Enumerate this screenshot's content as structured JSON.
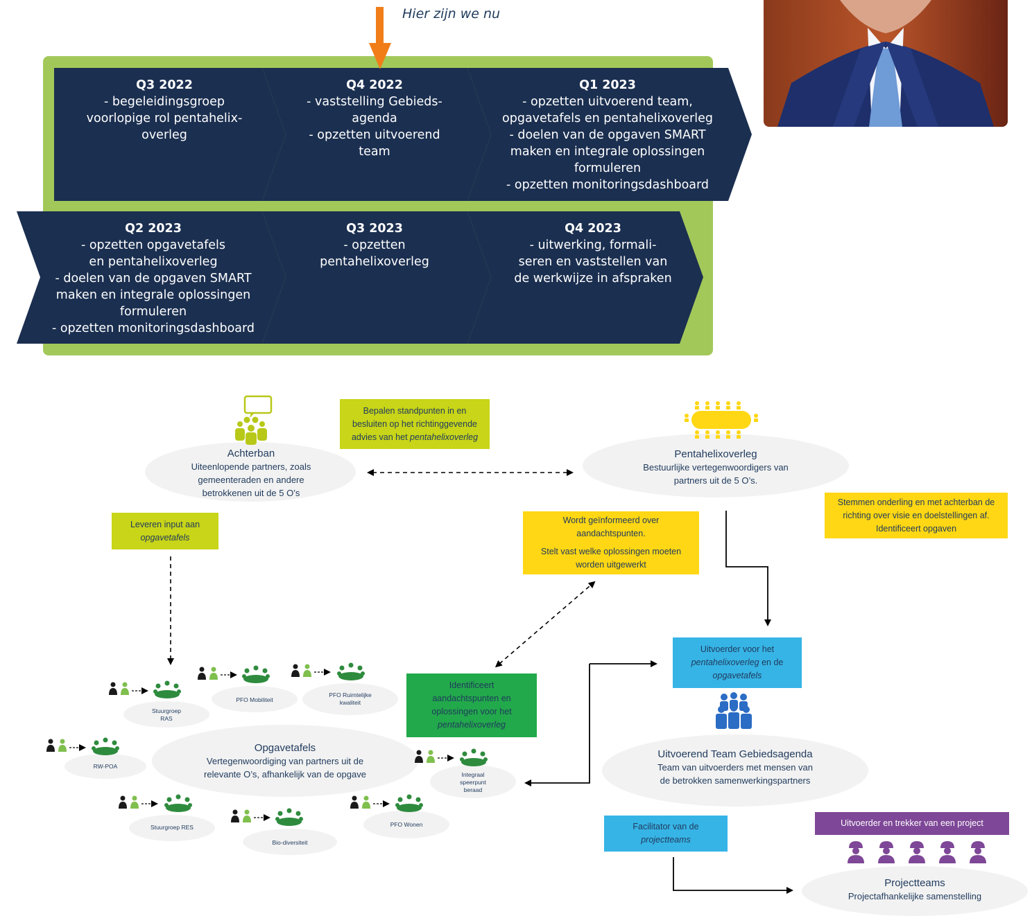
{
  "marker": {
    "text": "Hier zijn we nu"
  },
  "phases": [
    {
      "title": "Q3 2022",
      "lines": [
        "- begeleidingsgroep",
        "voorlopige rol pentahelix-",
        "overleg"
      ]
    },
    {
      "title": "Q4 2022",
      "lines": [
        "- vaststelling Gebieds-",
        "agenda",
        "- opzetten uitvoerend",
        "team"
      ]
    },
    {
      "title": "Q1 2023",
      "lines": [
        "- opzetten uitvoerend team,",
        "opgavetafels en pentahelixoverleg",
        "- doelen van de opgaven SMART",
        "maken en integrale oplossingen",
        "formuleren",
        "- opzetten monitoringsdashboard"
      ]
    },
    {
      "title": "Q2 2023",
      "lines": [
        "- opzetten opgavetafels",
        "en pentahelixoverleg",
        "- doelen van de opgaven SMART",
        "maken en integrale oplossingen",
        "formuleren",
        "- opzetten monitoringsdashboard"
      ]
    },
    {
      "title": "Q3 2023",
      "lines": [
        "- opzetten",
        "pentahelixoverleg"
      ]
    },
    {
      "title": "Q4 2023",
      "lines": [
        "- uitwerking, formali-",
        "seren en vaststellen van",
        "de werkwijze in afspraken"
      ]
    }
  ],
  "nodes": {
    "achterban": {
      "title": "Achterban",
      "lines": [
        "Uiteenlopende partners, zoals",
        "gemeenteraden en andere",
        "betrokkenen uit de 5 O’s"
      ]
    },
    "pentahelix": {
      "title": "Pentahelixoverleg",
      "lines": [
        "Bestuurlijke vertegenwoordigers van",
        "partners uit de 5 O’s."
      ]
    },
    "opgavetafels": {
      "title": "Opgavetafels",
      "lines": [
        "Vertegenwoordiging van partners uit de",
        "relevante O’s, afhankelijk van de opgave"
      ]
    },
    "team": {
      "title": "Uitvoerend Team Gebiedsagenda",
      "lines": [
        "Team van uitvoerders met mensen van",
        "de betrokken samenwerkingspartners"
      ]
    },
    "projectteams": {
      "title": "Projectteams",
      "lines": [
        "Projectafhankelijke samenstelling"
      ]
    }
  },
  "boxes": {
    "bepalen": {
      "l1": "Bepalen standpunten in en",
      "l2": "besluiten op het richtinggevende",
      "l3a": "advies van het ",
      "l3b": "pentahelixoverleg"
    },
    "leveren": {
      "l1": "Leveren input aan",
      "l2": "opgavetafels"
    },
    "stemmen": {
      "l1": "Stemmen onderling en met achterban de",
      "l2": "richting over visie en doelstellingen af.",
      "l3": "Identificeert opgaven"
    },
    "wordt": {
      "l1": "Wordt geïnformeerd over",
      "l2": "aandachtspunten.",
      "l3": "Stelt vast welke oplossingen moeten",
      "l4": "worden uitgewerkt"
    },
    "identificeert": {
      "l1": "Identificeert",
      "l2": "aandachtspunten en",
      "l3": "oplossingen voor het",
      "l4": "pentahelixoverleg"
    },
    "uitvoerder": {
      "l1": "Uitvoerder voor het",
      "l2a": "pentahelixoverleg",
      "l2b": " en de",
      "l3": "opgavetafels"
    },
    "facilitator": {
      "l1": "Facilitator van de",
      "l2": "projectteams"
    },
    "trekker": {
      "l1": "Uitvoerder en trekker van een project"
    }
  },
  "tables": [
    {
      "id": "ras",
      "lines": [
        "Stuurgroep",
        "RAS"
      ]
    },
    {
      "id": "mob",
      "lines": [
        "PFO Mobiliteit"
      ]
    },
    {
      "id": "ruimte",
      "lines": [
        "PFO Ruimtelijke",
        "kwaliteit"
      ]
    },
    {
      "id": "rwpoa",
      "lines": [
        "RW-POA"
      ]
    },
    {
      "id": "integraal",
      "lines": [
        "Integraal",
        "speerpunt",
        "beraad"
      ]
    },
    {
      "id": "res",
      "lines": [
        "Stuurgroep RES"
      ]
    },
    {
      "id": "bio",
      "lines": [
        "Bio-diversiteit"
      ]
    },
    {
      "id": "wonen",
      "lines": [
        "PFO Wonen"
      ]
    }
  ],
  "colors": {
    "navy": "#1b2f50",
    "frame": "#a3c85a",
    "arrow": "#f07d18",
    "lime": "#c8d518",
    "yellow": "#ffd714",
    "green": "#22a94b",
    "blue": "#37b4e6",
    "purple": "#7e4797",
    "ellipse": "#f2f2f2",
    "text": "#1f3a5c"
  }
}
